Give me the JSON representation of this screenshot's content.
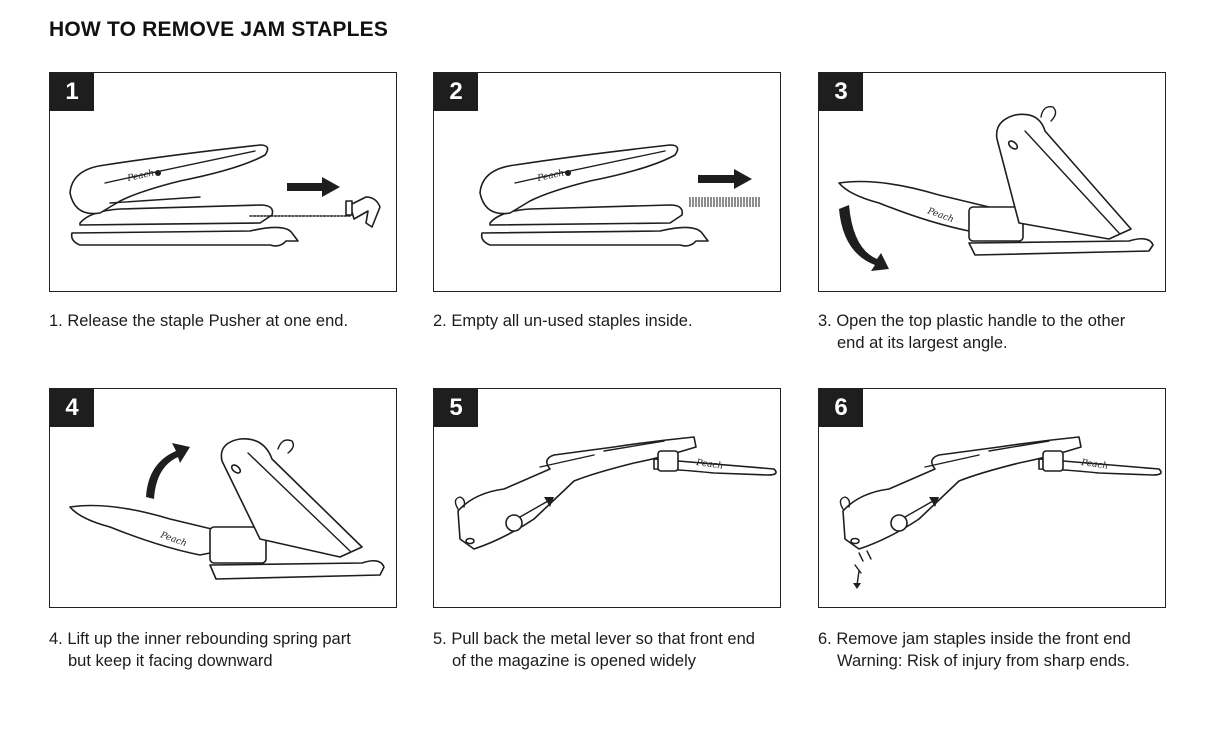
{
  "title": "HOW TO REMOVE JAM STAPLES",
  "brand": "Peach",
  "steps": [
    {
      "number": "1",
      "line1": "1. Release the staple Pusher at one end.",
      "line2": ""
    },
    {
      "number": "2",
      "line1": "2. Empty all un-used staples inside.",
      "line2": ""
    },
    {
      "number": "3",
      "line1": "3. Open the top plastic handle to the other",
      "line2": "end at its largest angle."
    },
    {
      "number": "4",
      "line1": "4. Lift up the inner rebounding spring part",
      "line2": "but keep it facing downward"
    },
    {
      "number": "5",
      "line1": "5. Pull back the metal lever so that front end",
      "line2": "of the magazine is opened widely"
    },
    {
      "number": "6",
      "line1": "6. Remove jam staples inside the front end",
      "line2": "Warning: Risk of injury from sharp ends."
    }
  ]
}
